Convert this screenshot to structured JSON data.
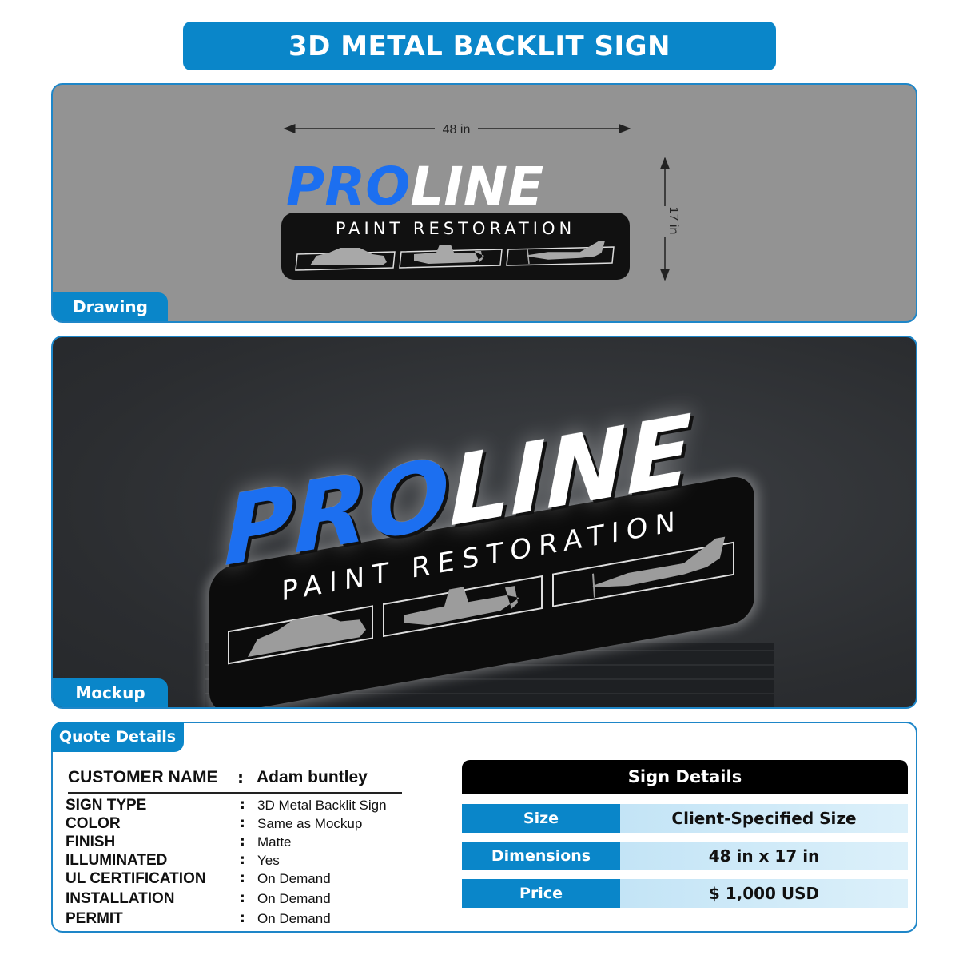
{
  "title": "3D METAL BACKLIT SIGN",
  "drawing": {
    "tab_label": "Drawing",
    "width_dim": "48 in",
    "height_dim": "17 in"
  },
  "mockup": {
    "tab_label": "Mockup"
  },
  "logo": {
    "brand_part1": "PRO",
    "brand_part2": "LINE",
    "tagline": "PAINT RESTORATION",
    "brand_blue": "#1c6ff0",
    "brand_white": "#ffffff"
  },
  "quote": {
    "tab_label": "Quote Details",
    "customer_label": "CUSTOMER NAME",
    "customer_name": "Adam buntley",
    "colon": ":",
    "specs": [
      {
        "label": "SIGN TYPE",
        "value": "3D Metal Backlit Sign"
      },
      {
        "label": "COLOR",
        "value": "Same as Mockup"
      },
      {
        "label": "FINISH",
        "value": "Matte"
      },
      {
        "label": "ILLUMINATED",
        "value": "Yes"
      },
      {
        "label": "UL CERTIFICATION",
        "value": "On Demand"
      },
      {
        "label": "INSTALLATION",
        "value": "On Demand"
      },
      {
        "label": "PERMIT",
        "value": "On Demand"
      }
    ]
  },
  "sign_details": {
    "header": "Sign Details",
    "rows": [
      {
        "key": "Size",
        "value": "Client-Specified Size"
      },
      {
        "key": "Dimensions",
        "value": "48 in x 17 in"
      },
      {
        "key": "Price",
        "value": "$ 1,000 USD"
      }
    ]
  },
  "colors": {
    "accent": "#0a86c9"
  }
}
